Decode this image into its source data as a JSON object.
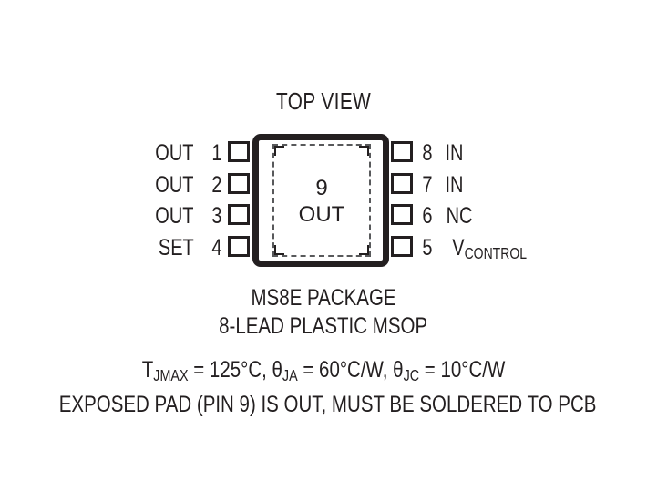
{
  "figure": {
    "title": "TOP VIEW",
    "view_orientation": "top",
    "package_outline_color": "#231f20",
    "background_color": "#ffffff",
    "exposed_pad": {
      "number": "9",
      "signal": "OUT",
      "outline_style": "dashed"
    }
  },
  "pins": {
    "left": [
      {
        "number": "1",
        "name": "OUT"
      },
      {
        "number": "2",
        "name": "OUT"
      },
      {
        "number": "3",
        "name": "OUT"
      },
      {
        "number": "4",
        "name": "SET"
      }
    ],
    "right": [
      {
        "number": "8",
        "name": "IN",
        "name_base": "IN",
        "name_sub": ""
      },
      {
        "number": "7",
        "name": "IN",
        "name_base": "IN",
        "name_sub": ""
      },
      {
        "number": "6",
        "name": "NC",
        "name_base": "NC",
        "name_sub": ""
      },
      {
        "number": "5",
        "name": "VCONTROL",
        "name_base": "V",
        "name_sub": "CONTROL"
      }
    ]
  },
  "caption": {
    "package": "MS8E PACKAGE",
    "lead_type": "8-LEAD PLASTIC MSOP",
    "thermal": {
      "tjmax_symbol": "T",
      "tjmax_sub": "JMAX",
      "tjmax_value": " = 125°C, ",
      "theta_ja_symbol": "θ",
      "theta_ja_sub": "JA",
      "theta_ja_value": " = 60°C/W, ",
      "theta_jc_symbol": "θ",
      "theta_jc_sub": "JC",
      "theta_jc_value": " = 10°C/W"
    },
    "exposed_pad_note": "EXPOSED PAD (PIN 9) IS OUT, MUST BE SOLDERED TO PCB"
  }
}
